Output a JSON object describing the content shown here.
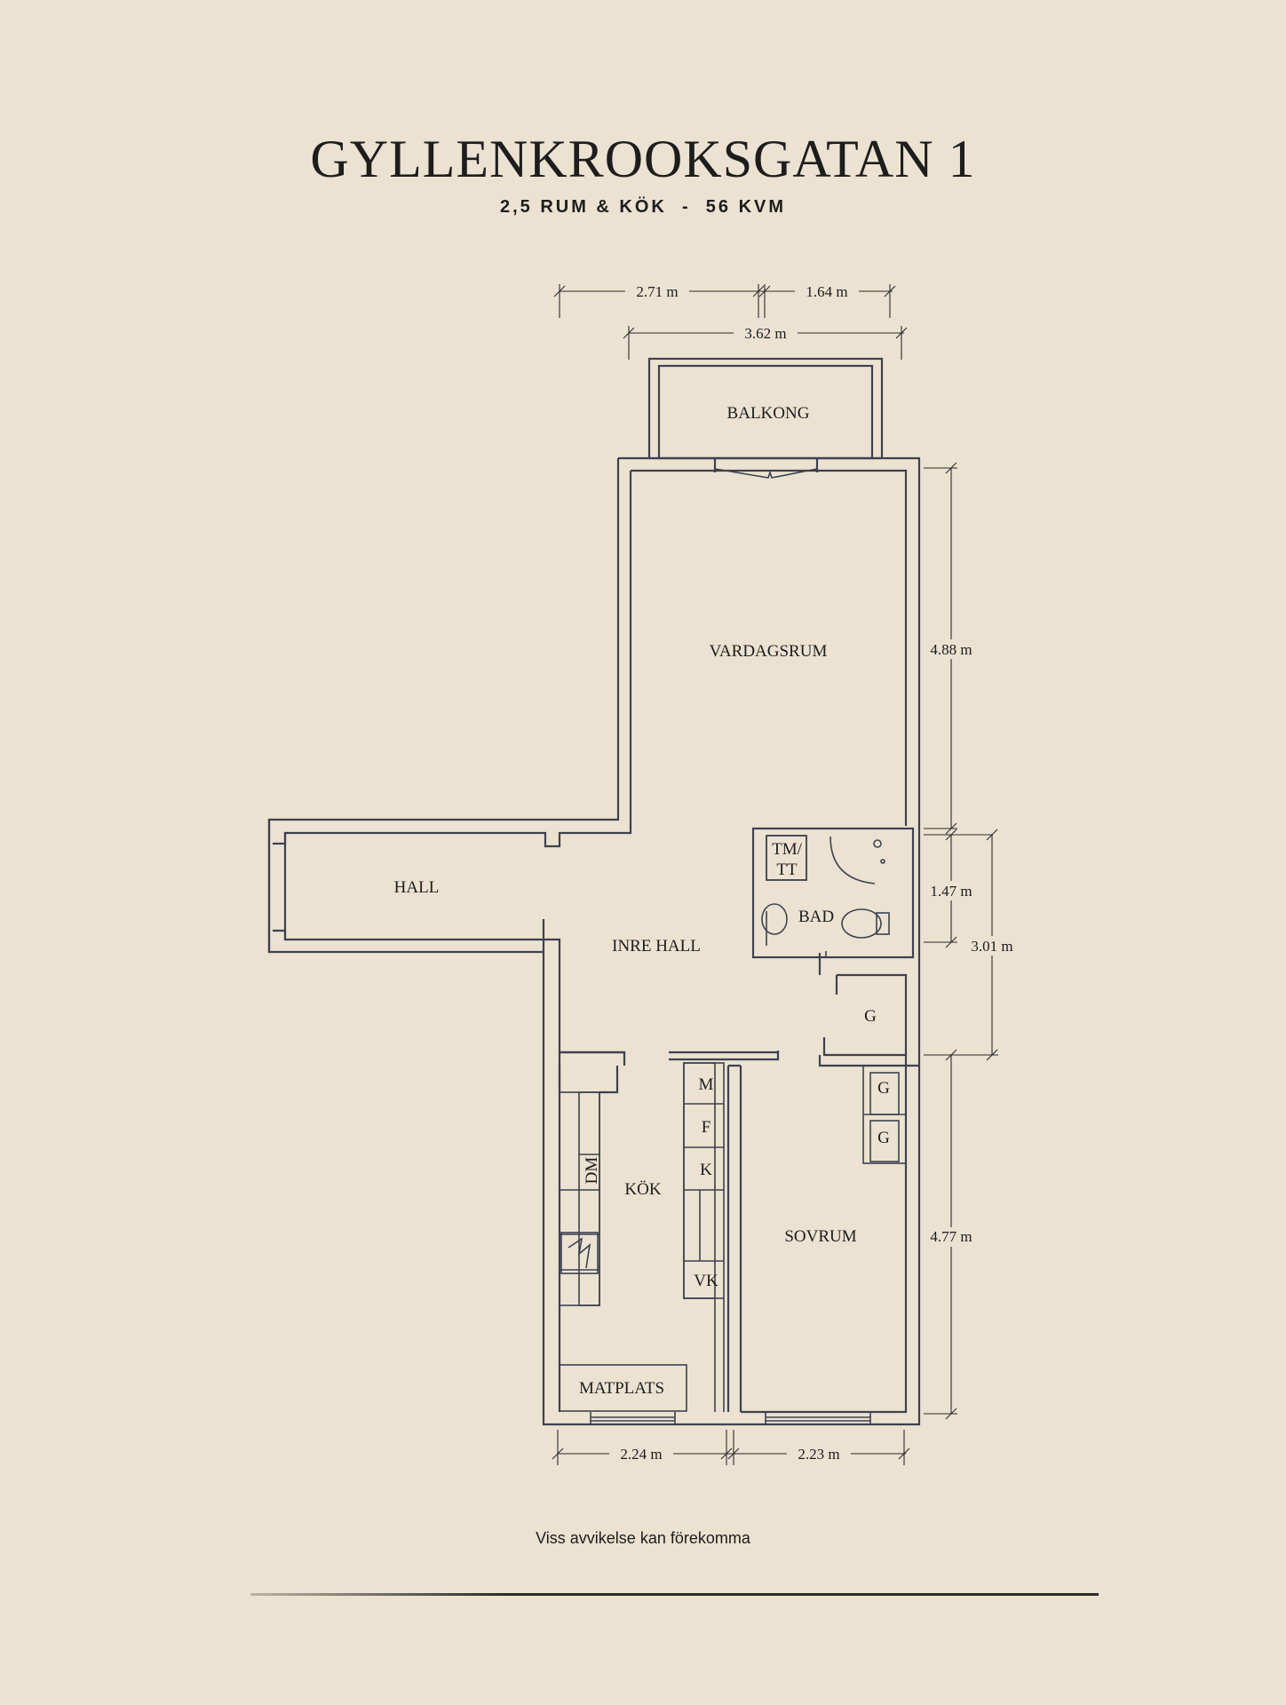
{
  "title": "GYLLENKROOKSGATAN 1",
  "subtitle": "2,5 RUM & KÖK  -  56 KVM",
  "disclaimer": "Viss avvikelse kan förekomma",
  "rooms": {
    "balkong": "BALKONG",
    "vardagsrum": "VARDAGSRUM",
    "hall": "HALL",
    "inre_hall": "INRE HALL",
    "bad": "BAD",
    "tm_tt_line1": "TM/",
    "tm_tt_line2": "TT",
    "g1": "G",
    "g2": "G",
    "g3": "G",
    "kok": "KÖK",
    "dm": "DM",
    "m": "M",
    "f": "F",
    "k": "K",
    "vk": "VK",
    "sovrum": "SOVRUM",
    "matplats": "MATPLATS"
  },
  "dimensions": {
    "top_left": "2.71 m",
    "top_right": "1.64 m",
    "balcony_width": "3.62 m",
    "living_depth": "4.88 m",
    "bath_depth": "1.47 m",
    "bath_closet_depth": "3.01 m",
    "bedroom_depth": "4.77 m",
    "kitchen_width": "2.24 m",
    "bedroom_width": "2.23 m"
  },
  "colors": {
    "background": "#ebe2d1",
    "wall": "#3d4150",
    "text": "#1d1d1d"
  }
}
